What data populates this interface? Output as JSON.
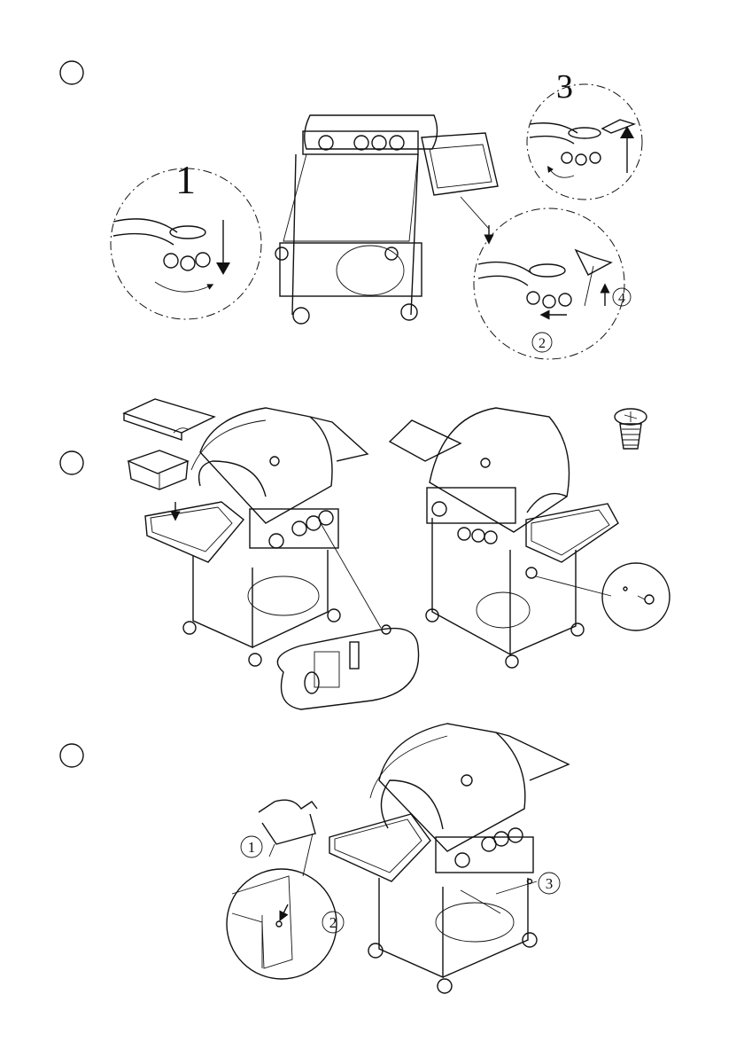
{
  "steps": [
    {
      "marker": ""
    },
    {
      "marker": ""
    },
    {
      "marker": ""
    }
  ],
  "callouts": {
    "step1": {
      "detail_a": "1",
      "detail_b": "3",
      "num_2": "2",
      "num_4": "4"
    },
    "step3": {
      "num_1": "1",
      "num_2": "2",
      "num_3": "3"
    }
  },
  "icons": [
    "screw-icon",
    "washer-icon",
    "arrow-icon"
  ]
}
